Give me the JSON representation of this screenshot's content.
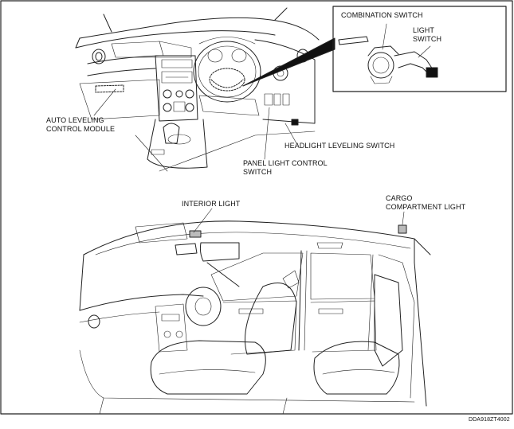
{
  "labels": {
    "combination_switch": "COMBINATION SWITCH",
    "light_switch": "LIGHT\nSWITCH",
    "auto_leveling_module": "AUTO LEVELING\nCONTROL MODULE",
    "headlight_leveling_switch": "HEADLIGHT LEVELING SWITCH",
    "panel_light_control_switch": "PANEL LIGHT CONTROL\nSWITCH",
    "interior_light": "INTERIOR LIGHT",
    "cargo_compartment_light": "CARGO\nCOMPARTMENT LIGHT",
    "figure_code": "DDA918ZT4002"
  },
  "colors": {
    "line": "#222222",
    "background": "#ffffff"
  }
}
